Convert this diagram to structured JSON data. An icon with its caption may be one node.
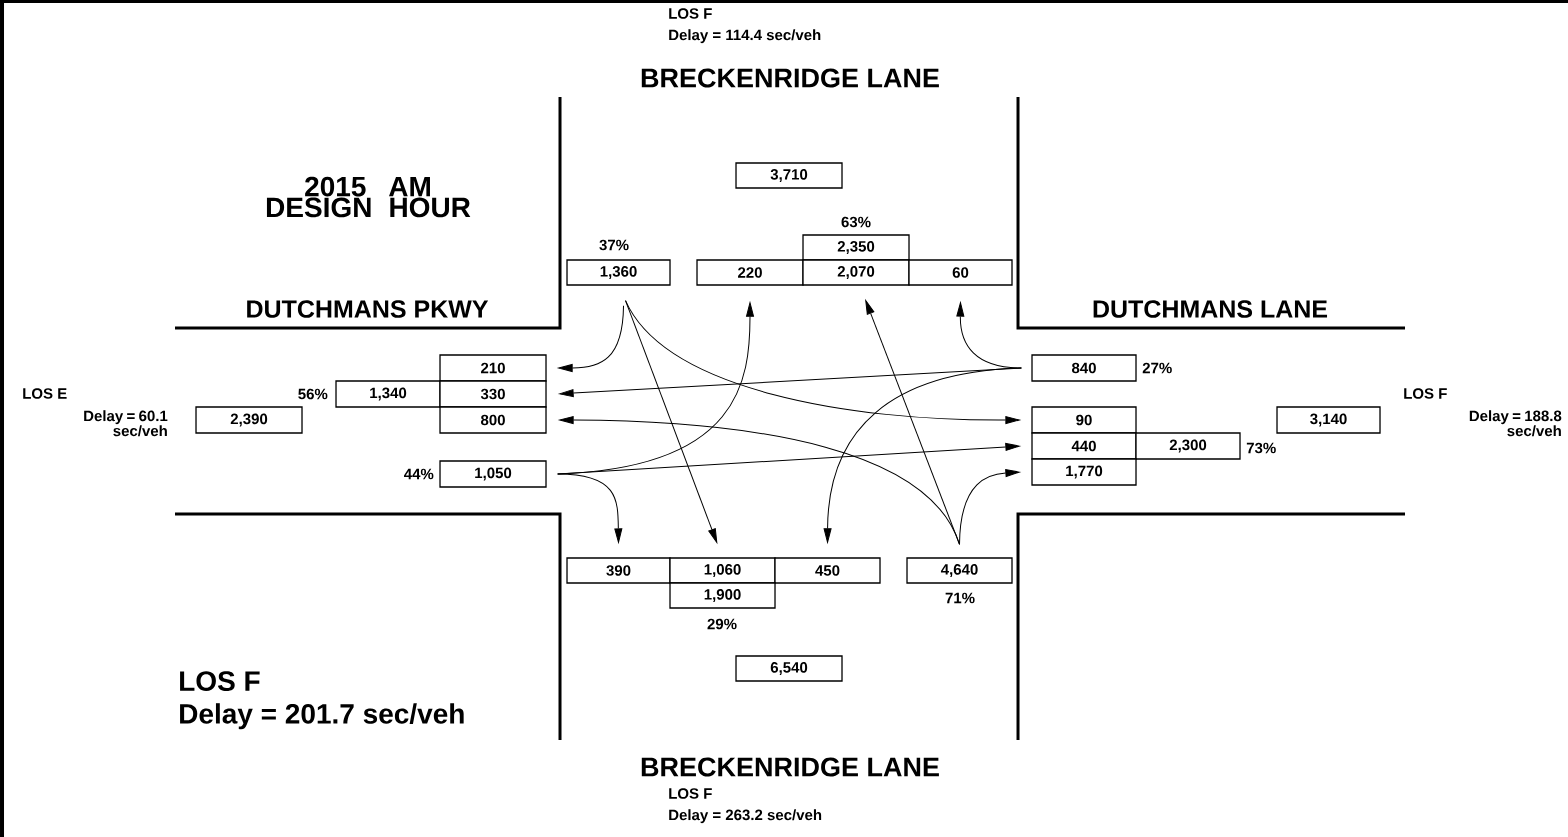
{
  "diagram": {
    "title": "2015 AM DESIGN HOUR",
    "nodes": [
      {
        "text": [
          "3,710"
        ]
      },
      {
        "text": [
          "2,350"
        ],
        "beside": [
          "63%"
        ]
      },
      {
        "text": [
          "1,360"
        ],
        "beside": [
          "37%"
        ]
      },
      {
        "text": [
          "220"
        ]
      },
      {
        "text": [
          "2,070"
        ]
      },
      {
        "text": [
          "60"
        ]
      },
      {
        "text": [
          "210"
        ]
      },
      {
        "text": [
          "1,340"
        ],
        "beside": [
          "56%"
        ]
      },
      {
        "text": [
          "330"
        ]
      },
      {
        "text": [
          "840"
        ],
        "beside": [
          "27%"
        ]
      },
      {
        "text": [
          "2,390"
        ]
      },
      {
        "text": [
          "800"
        ]
      },
      {
        "text": [
          "90"
        ]
      },
      {
        "text": [
          "3,140"
        ]
      },
      {
        "text": [
          "440"
        ]
      },
      {
        "text": [
          "2,300"
        ],
        "beside": [
          "73%"
        ]
      },
      {
        "text": [
          "1,050"
        ],
        "beside": [
          "44%"
        ]
      },
      {
        "text": [
          "1,770"
        ]
      },
      {
        "text": [
          "390"
        ]
      },
      {
        "text": [
          "1,060"
        ]
      },
      {
        "text": [
          "450"
        ]
      },
      {
        "text": [
          "4,640"
        ],
        "beside": [
          "71%"
        ]
      },
      {
        "text": [
          "1,900"
        ],
        "beside": [
          "29%"
        ]
      },
      {
        "text": [
          "6,540"
        ]
      }
    ],
    "edges": [
      {
        "from": 2,
        "to": 6,
        "arrow": "to"
      },
      {
        "from": 2,
        "to": 19,
        "arrow": "to"
      },
      {
        "from": 2,
        "to": 12,
        "arrow": "to"
      },
      {
        "from": 9,
        "to": 5,
        "arrow": "to"
      },
      {
        "from": 9,
        "to": 8,
        "arrow": "to"
      },
      {
        "from": 9,
        "to": 20,
        "arrow": "to"
      },
      {
        "from": 16,
        "to": 3,
        "arrow": "to"
      },
      {
        "from": 16,
        "to": 14,
        "arrow": "to"
      },
      {
        "from": 16,
        "to": 18,
        "arrow": "to"
      },
      {
        "from": 21,
        "to": 11,
        "arrow": "to"
      },
      {
        "from": 21,
        "to": 4,
        "arrow": "to"
      },
      {
        "from": 21,
        "to": 17,
        "arrow": "to"
      }
    ],
    "labels": [
      "LOS F",
      "Delay = 114.4 sec/veh",
      "BRECKENRIDGE LANE",
      "DUTCHMANS PKWY",
      "DUTCHMANS LANE",
      "LOS E",
      "Delay = 60.1 sec/veh",
      "LOS F",
      "Delay = 188.8 sec/veh",
      "LOS F",
      "Delay = 201.7 sec/veh",
      "BRECKENRIDGE LANE",
      "LOS F",
      "Delay = 263.2 sec/veh"
    ]
  }
}
